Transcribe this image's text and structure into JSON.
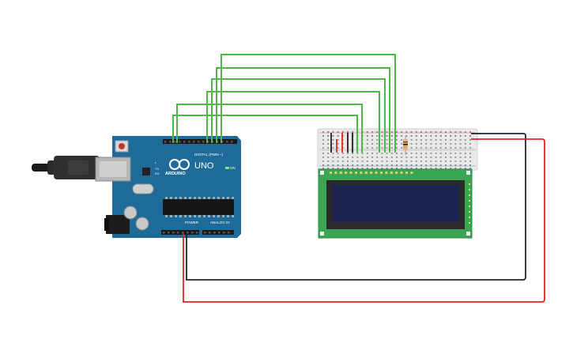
{
  "arduino": {
    "brand": "ARDUINO",
    "model": "UNO",
    "on_label": "ON",
    "digital_label": "DIGITAL (PWM ~)",
    "power_label": "POWER",
    "analog_label": "ANALOG IN",
    "tx_label": "TX",
    "rx_label": "RX",
    "l_label": "L",
    "board_color": "#1e6b9a"
  },
  "lcd": {
    "pcb_color": "#3aa552",
    "screen_color": "#1b2550",
    "bezel_color": "#2a2a2a"
  },
  "breadboard": {
    "body_color": "#e9e9e9"
  },
  "wires": {
    "signal_color": "#4db848",
    "ground_color": "#222222",
    "power_color": "#e02424"
  }
}
